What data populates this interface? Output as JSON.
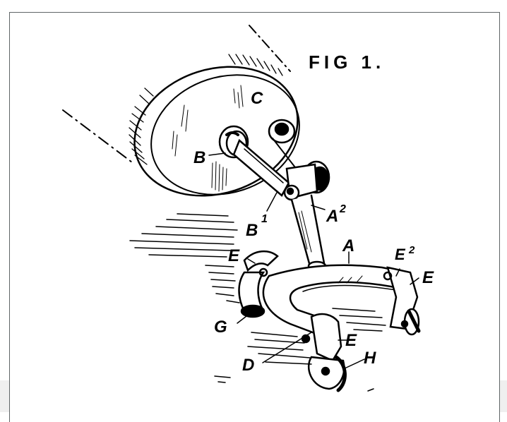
{
  "figure": {
    "title": "FIG 1.",
    "labels": {
      "C": "C",
      "B": "B",
      "B1": "B",
      "B1_sup": "1",
      "A2": "A",
      "A2_sup": "2",
      "A": "A",
      "E_left": "E",
      "E2": "E",
      "E2_sup": "2",
      "E_right": "E",
      "G": "G",
      "E_bottom": "E",
      "D": "D",
      "H": "H"
    },
    "colors": {
      "ink": "#000000",
      "paper": "#ffffff",
      "frame_border": "#5f6566",
      "page_band": "#efefef"
    }
  }
}
